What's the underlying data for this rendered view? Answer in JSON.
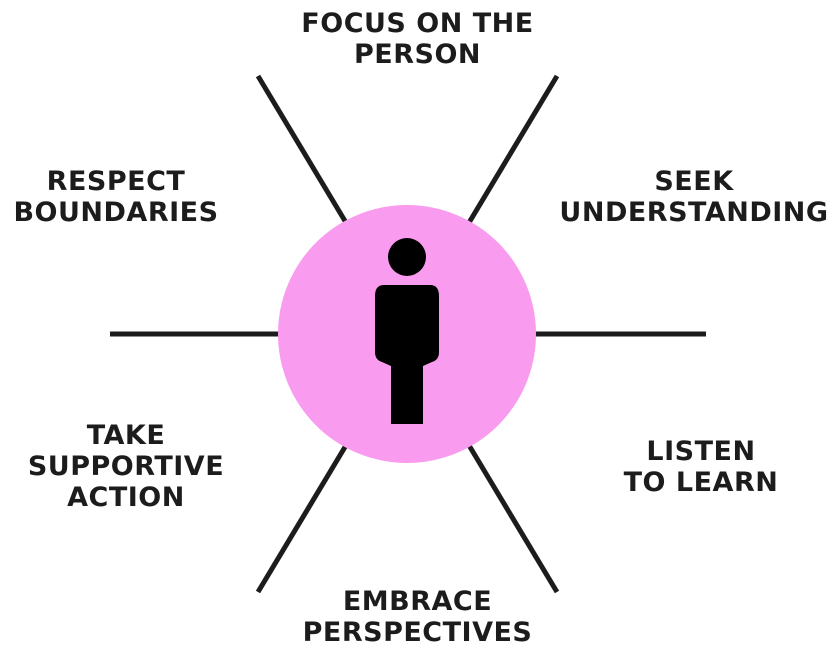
{
  "diagram": {
    "colors": {
      "circle_fill": "#f99bee",
      "spoke": "#1c1c1c",
      "figure": "#000000",
      "text": "#1c1c1c"
    },
    "icon": "person-icon",
    "labels": {
      "top": {
        "line1": "FOCUS ON THE",
        "line2": "PERSON"
      },
      "top_left": {
        "line1": "RESPECT",
        "line2": "BOUNDARIES"
      },
      "top_right": {
        "line1": "SEEK",
        "line2": "UNDERSTANDING"
      },
      "bottom_left": {
        "line1": "TAKE",
        "line2": "SUPPORTIVE",
        "line3": "ACTION"
      },
      "bottom_right": {
        "line1": "LISTEN",
        "line2": "TO LEARN"
      },
      "bottom": {
        "line1": "EMBRACE",
        "line2": "PERSPECTIVES"
      }
    }
  }
}
